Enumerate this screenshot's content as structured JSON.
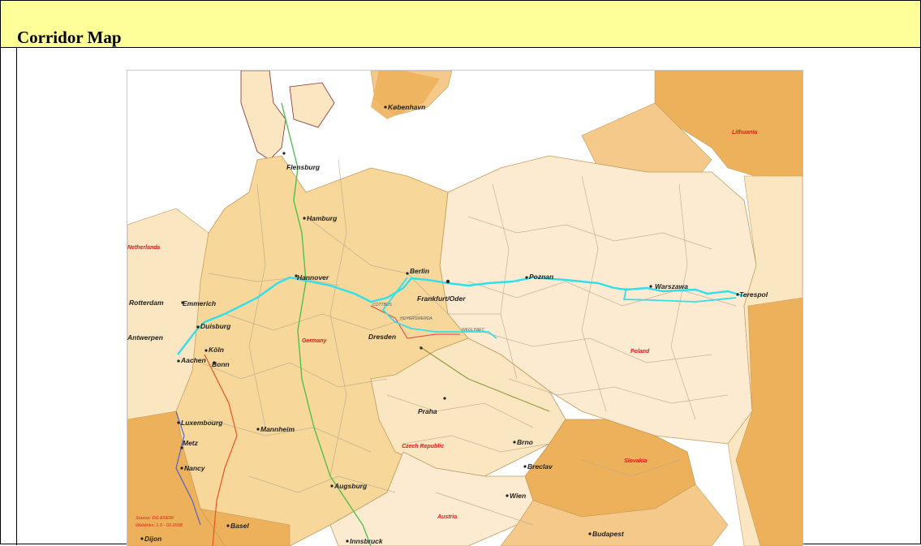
{
  "header": {
    "title": "Corridor Map"
  },
  "map": {
    "cities": [
      {
        "name": "København"
      },
      {
        "name": "Flensburg"
      },
      {
        "name": "Hamburg"
      },
      {
        "name": "Berlin"
      },
      {
        "name": "Poznan"
      },
      {
        "name": "Hannover"
      },
      {
        "name": "Frankfurt/Oder"
      },
      {
        "name": "Warszawa"
      },
      {
        "name": "Terespol"
      },
      {
        "name": "Rotterdam"
      },
      {
        "name": "Emmerich"
      },
      {
        "name": "Duisburg"
      },
      {
        "name": "Antwerpen"
      },
      {
        "name": "Köln"
      },
      {
        "name": "Aachen"
      },
      {
        "name": "Bonn"
      },
      {
        "name": "Dresden"
      },
      {
        "name": "Praha"
      },
      {
        "name": "Luxembourg"
      },
      {
        "name": "Mannheim"
      },
      {
        "name": "Metz"
      },
      {
        "name": "Nancy"
      },
      {
        "name": "Brno"
      },
      {
        "name": "Breclav"
      },
      {
        "name": "Augsburg"
      },
      {
        "name": "Wien"
      },
      {
        "name": "Basel"
      },
      {
        "name": "Dijon"
      },
      {
        "name": "Innsbruck"
      },
      {
        "name": "Budapest"
      }
    ],
    "countries": [
      {
        "name": "Lithuania"
      },
      {
        "name": "Netherlands"
      },
      {
        "name": "Germany"
      },
      {
        "name": "Poland"
      },
      {
        "name": "Czech Republic"
      },
      {
        "name": "Slovakia"
      },
      {
        "name": "Austria"
      }
    ],
    "minor_labels": [
      "COTTBUS",
      "HOYERSWERDA",
      "WEGLINIEC"
    ],
    "source_note": [
      "Source: DG ENER/",
      "Weblinks: 1.0 - 02.2008"
    ],
    "colors": {
      "sea": "#ffffff",
      "germany": "#f7d79a",
      "poland": "#fcebd0",
      "czech": "#fbe6c2",
      "dark_country": "#eeb15b",
      "mid_country": "#f4c98a",
      "corridor": "#2ee0ee",
      "rail": "#b9a98f",
      "label_red": "#e01a1a"
    }
  }
}
